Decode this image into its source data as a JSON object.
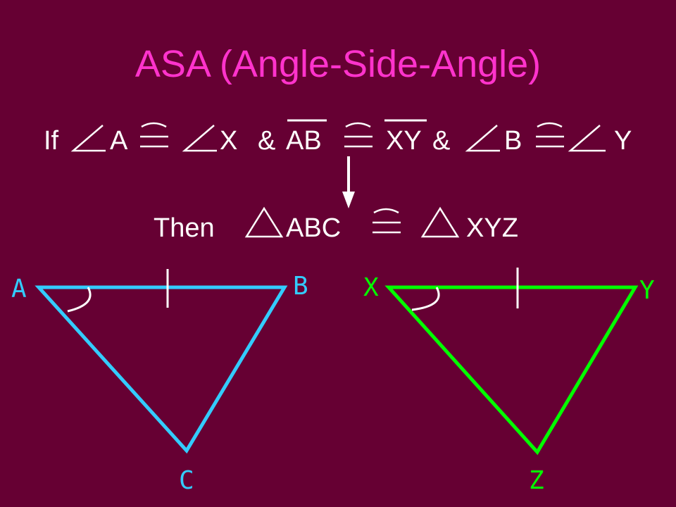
{
  "slide": {
    "background": "#660033",
    "title": "ASA (Angle-Side-Angle)",
    "title_color": "#ff33cc"
  },
  "statement": {
    "if_word": "If",
    "angle1_vertex": "A",
    "angle1_match": "X",
    "amp1": "&",
    "side1": "AB",
    "side1_match": "XY",
    "amp2": "&",
    "angle2_vertex": "B",
    "angle2_match": "Y",
    "icons": [
      "angle-icon",
      "congruent-icon",
      "segment-bar-icon",
      "down-arrow-icon"
    ]
  },
  "conclusion": {
    "then_word": "Then",
    "triangle1": "ABC",
    "triangle2": "XYZ",
    "icons": [
      "triangle-icon",
      "congruent-icon"
    ]
  },
  "triangle_abc": {
    "color": "#33ccff",
    "vertex_a": "A",
    "vertex_b": "B",
    "vertex_c": "C"
  },
  "triangle_xyz": {
    "color": "#00ff00",
    "vertex_x": "X",
    "vertex_y": "Y",
    "vertex_z": "Z"
  }
}
